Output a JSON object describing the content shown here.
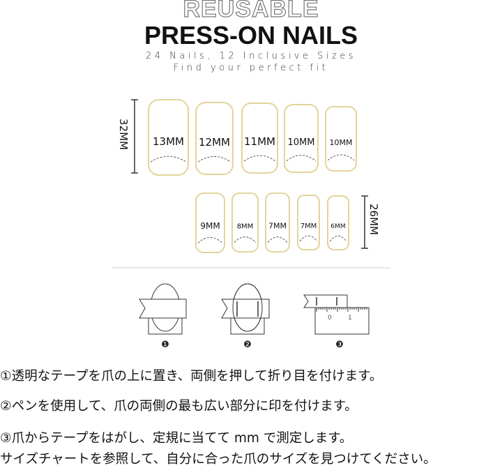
{
  "header": {
    "reusable": "REUSABLE",
    "title": "PRESS-ON NAILS",
    "subtitle_1": "24 Nails, 12 Inclusive Sizes",
    "subtitle_2": "Find your perfect fit"
  },
  "size_chart": {
    "row1_length": "32MM",
    "row2_length": "26MM",
    "row1_sizes": [
      "13MM",
      "12MM",
      "11MM",
      "10MM",
      "10MM"
    ],
    "row2_sizes": [
      "9MM",
      "8MM",
      "7MM",
      "7MM",
      "6MM"
    ],
    "nail_outline_color": "#e3d49a"
  },
  "steps_diagram": {
    "markers": [
      "❶",
      "❷",
      "❸"
    ],
    "ruler_labels": [
      "0",
      "1"
    ]
  },
  "instructions": [
    "①透明なテープを爪の上に置き、両側を押して折り目を付けます。",
    "②ペンを使用して、爪の両側の最も広い部分に印を付けます。",
    "③爪からテープをはがし、定規に当てて mm で測定します。",
    "サイズチャートを参照して、自分に合った爪のサイズを見つけてください。"
  ]
}
